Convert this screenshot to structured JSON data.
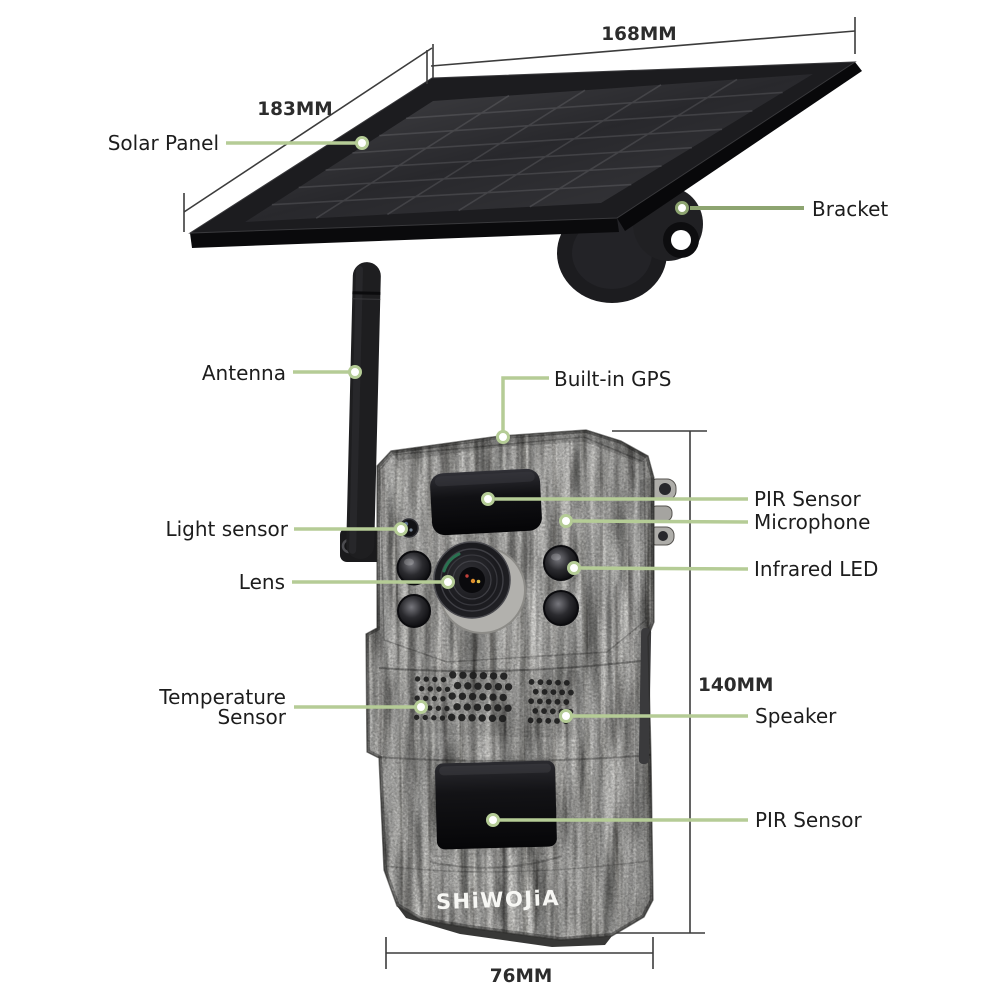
{
  "brand": {
    "logo": "SHiWOJiA"
  },
  "callouts": {
    "solar_panel": "Solar Panel",
    "bracket": "Bracket",
    "antenna": "Antenna",
    "built_in_gps": "Built-in GPS",
    "pir_sensor_top": "PIR Sensor",
    "microphone": "Microphone",
    "infrared_led": "Infrared LED",
    "light_sensor": "Light sensor",
    "lens": "Lens",
    "temperature_sensor_line1": "Temperature",
    "temperature_sensor_line2": "Sensor",
    "speaker": "Speaker",
    "pir_sensor_bottom": "PIR Sensor"
  },
  "dimensions": {
    "panel_width": "168MM",
    "panel_depth": "183MM",
    "camera_height": "140MM",
    "camera_width": "76MM"
  },
  "colors": {
    "callout_green": "#b5cc96",
    "callout_olive": "#8da470",
    "dimension_line": "#3c3c3c",
    "label_text": "#1d1d1d",
    "background": "#ffffff"
  }
}
